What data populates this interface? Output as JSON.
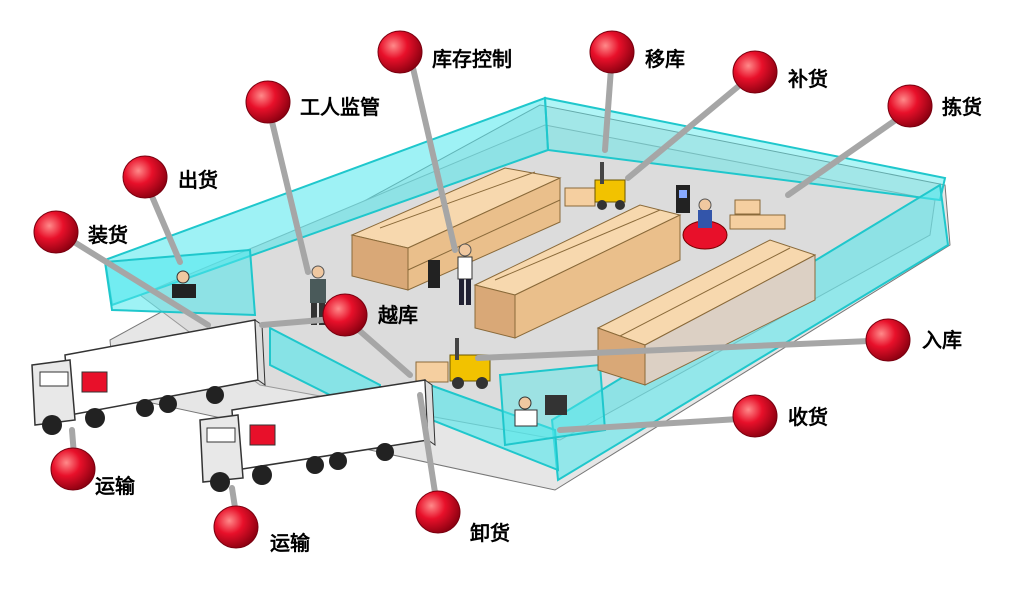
{
  "labels": {
    "kucun_kongzhi": "库存控制",
    "yiku": "移库",
    "buhuo": "补货",
    "jianhuo": "拣货",
    "gongren_jianguan": "工人监管",
    "chuhuo": "出货",
    "zhuanghuo": "装货",
    "yueku": "越库",
    "ruku": "入库",
    "shouhuo": "收货",
    "xiehuo": "卸货",
    "yunshu_1": "运输",
    "yunshu_2": "运输"
  },
  "colors": {
    "marker": "#e8102a",
    "leader": "#a6a6a6",
    "glass": "#4fe8ec",
    "floor": "#dcdcdc",
    "box": "#f5cfa0",
    "forklift": "#f2c200"
  }
}
